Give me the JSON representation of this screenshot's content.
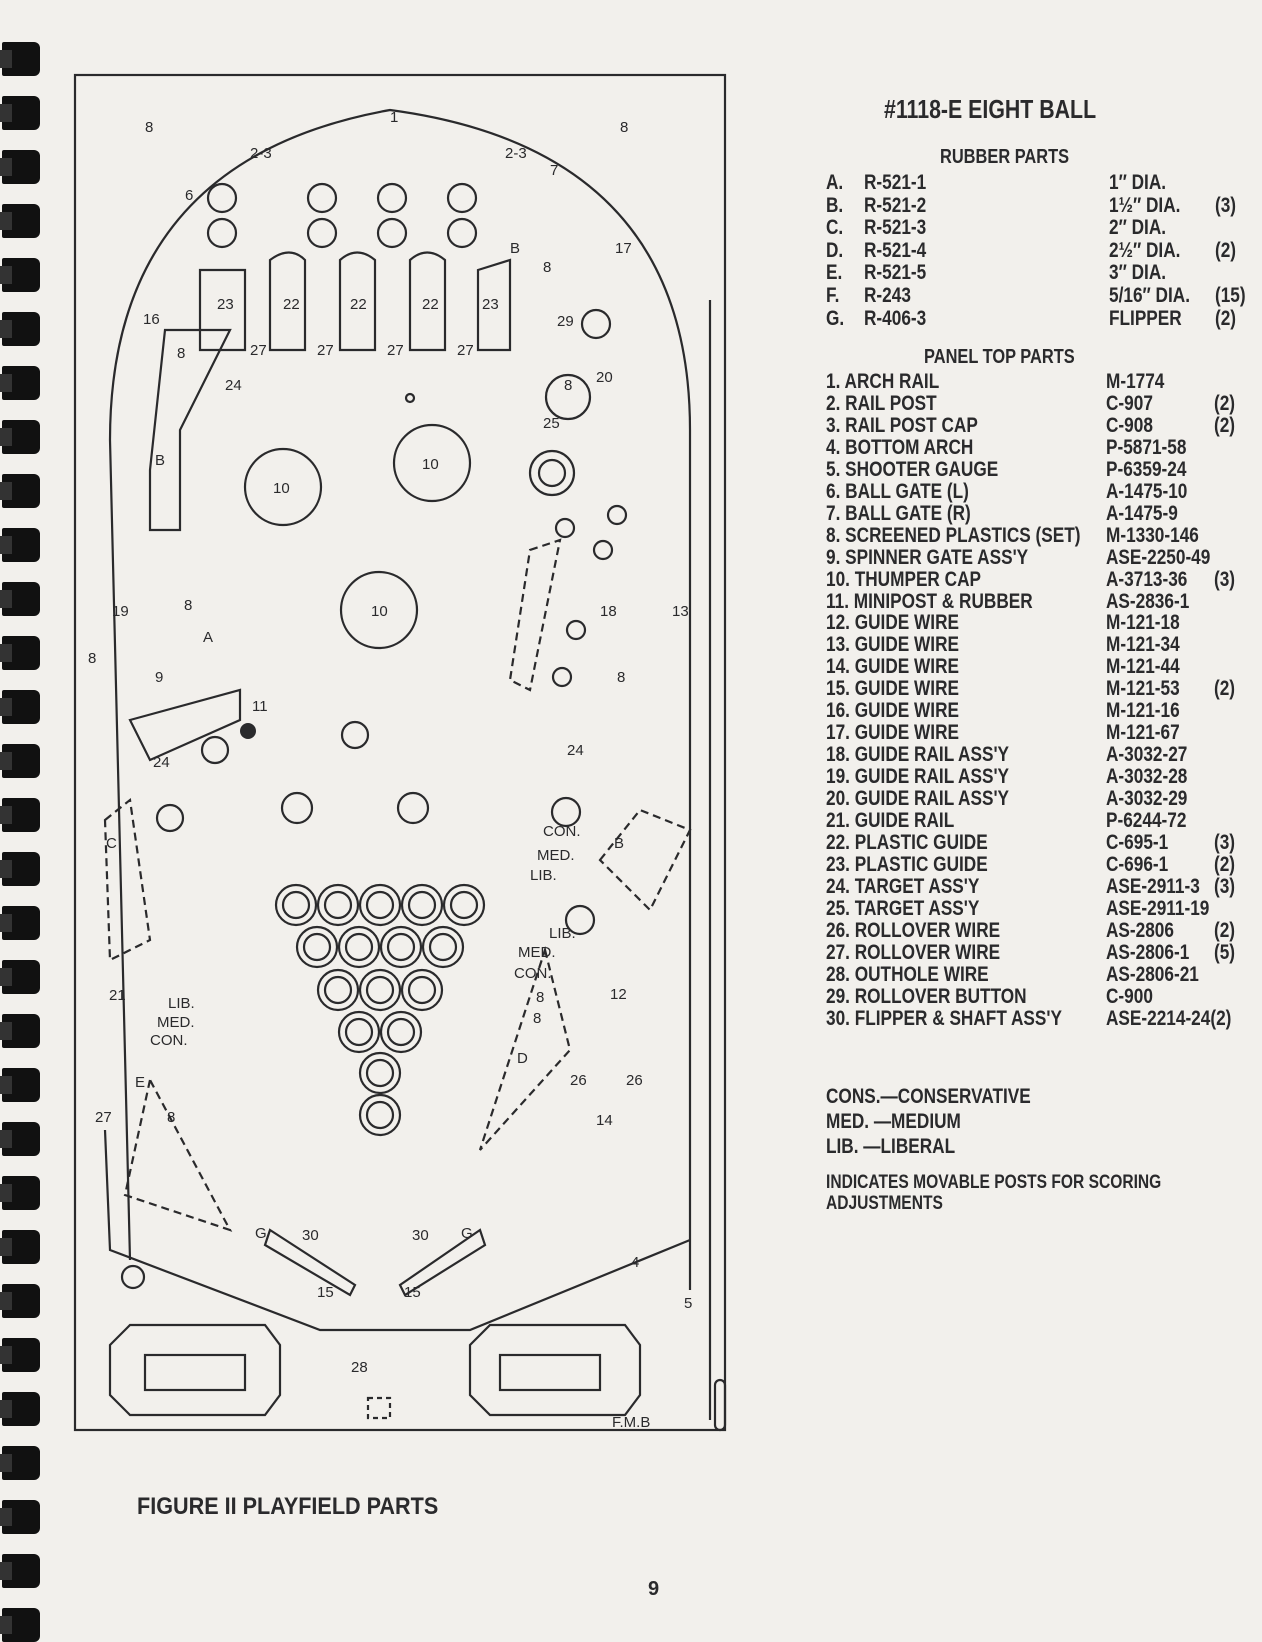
{
  "header": {
    "title": "#1118-E    EIGHT BALL"
  },
  "rubber_parts": {
    "heading": "RUBBER PARTS",
    "items": [
      {
        "letter": "A.",
        "part": "R-521-1",
        "desc": "1″ DIA.",
        "qty": ""
      },
      {
        "letter": "B.",
        "part": "R-521-2",
        "desc": "1½″ DIA.",
        "qty": "(3)"
      },
      {
        "letter": "C.",
        "part": "R-521-3",
        "desc": "2″ DIA.",
        "qty": ""
      },
      {
        "letter": "D.",
        "part": "R-521-4",
        "desc": "2½″ DIA.",
        "qty": "(2)"
      },
      {
        "letter": "E.",
        "part": "R-521-5",
        "desc": "3″ DIA.",
        "qty": ""
      },
      {
        "letter": "F.",
        "part": "R-243",
        "desc": "5/16″ DIA.",
        "qty": "(15)"
      },
      {
        "letter": "G.",
        "part": "R-406-3",
        "desc": "FLIPPER",
        "qty": "(2)"
      }
    ]
  },
  "panel_top_parts": {
    "heading": "PANEL TOP PARTS",
    "items": [
      {
        "name": "1. ARCH RAIL",
        "part": "M-1774",
        "qty": ""
      },
      {
        "name": "2. RAIL POST",
        "part": "C-907",
        "qty": "(2)"
      },
      {
        "name": "3. RAIL POST CAP",
        "part": "C-908",
        "qty": "(2)"
      },
      {
        "name": "4. BOTTOM ARCH",
        "part": "P-5871-58",
        "qty": ""
      },
      {
        "name": "5. SHOOTER GAUGE",
        "part": "P-6359-24",
        "qty": ""
      },
      {
        "name": "6. BALL GATE (L)",
        "part": "A-1475-10",
        "qty": ""
      },
      {
        "name": "7. BALL GATE (R)",
        "part": "A-1475-9",
        "qty": ""
      },
      {
        "name": "8. SCREENED PLASTICS (SET)",
        "part": "M-1330-146",
        "qty": ""
      },
      {
        "name": "9. SPINNER GATE ASS'Y",
        "part": "ASE-2250-49",
        "qty": ""
      },
      {
        "name": "10. THUMPER CAP",
        "part": "A-3713-36",
        "qty": "(3)"
      },
      {
        "name": "11. MINIPOST & RUBBER",
        "part": "AS-2836-1",
        "qty": ""
      },
      {
        "name": "12. GUIDE WIRE",
        "part": "M-121-18",
        "qty": ""
      },
      {
        "name": "13. GUIDE WIRE",
        "part": "M-121-34",
        "qty": ""
      },
      {
        "name": "14. GUIDE WIRE",
        "part": "M-121-44",
        "qty": ""
      },
      {
        "name": "15. GUIDE WIRE",
        "part": "M-121-53",
        "qty": "(2)"
      },
      {
        "name": "16. GUIDE WIRE",
        "part": "M-121-16",
        "qty": ""
      },
      {
        "name": "17. GUIDE WIRE",
        "part": "M-121-67",
        "qty": ""
      },
      {
        "name": "18. GUIDE RAIL ASS'Y",
        "part": "A-3032-27",
        "qty": ""
      },
      {
        "name": "19. GUIDE RAIL ASS'Y",
        "part": "A-3032-28",
        "qty": ""
      },
      {
        "name": "20. GUIDE RAIL ASS'Y",
        "part": "A-3032-29",
        "qty": ""
      },
      {
        "name": "21. GUIDE RAIL",
        "part": "P-6244-72",
        "qty": ""
      },
      {
        "name": "22. PLASTIC GUIDE",
        "part": "C-695-1",
        "qty": "(3)"
      },
      {
        "name": "23. PLASTIC GUIDE",
        "part": "C-696-1",
        "qty": "(2)"
      },
      {
        "name": "24. TARGET ASS'Y",
        "part": "ASE-2911-3",
        "qty": "(3)"
      },
      {
        "name": "25. TARGET ASS'Y",
        "part": "ASE-2911-19",
        "qty": ""
      },
      {
        "name": "26. ROLLOVER WIRE",
        "part": "AS-2806",
        "qty": "(2)"
      },
      {
        "name": "27. ROLLOVER WIRE",
        "part": "AS-2806-1",
        "qty": "(5)"
      },
      {
        "name": "28. OUTHOLE WIRE",
        "part": "AS-2806-21",
        "qty": ""
      },
      {
        "name": "29. ROLLOVER BUTTON",
        "part": "C-900",
        "qty": ""
      },
      {
        "name": "30. FLIPPER & SHAFT ASS'Y",
        "part": "ASE-2214-24(2)",
        "qty": ""
      }
    ]
  },
  "legend": [
    "CONS.—CONSERVATIVE",
    "MED.  —MEDIUM",
    "LIB.   —LIBERAL"
  ],
  "note": [
    "INDICATES MOVABLE POSTS FOR SCORING",
    "ADJUSTMENTS"
  ],
  "figure_caption": "FIGURE II   PLAYFIELD PARTS",
  "page_number": "9",
  "diagram": {
    "labels": [
      "1",
      "2-3",
      "2-3",
      "8",
      "8",
      "6",
      "7",
      "17",
      "8",
      "23",
      "22",
      "22",
      "22",
      "23",
      "27",
      "27",
      "27",
      "27",
      "16",
      "8",
      "24",
      "29",
      "8",
      "20",
      "25",
      "10",
      "10",
      "10",
      "B",
      "B",
      "8",
      "18",
      "13",
      "19",
      "8",
      "A",
      "9",
      "11",
      "8",
      "24",
      "24",
      "C",
      "CON.",
      "MED.",
      "LIB.",
      "B",
      "LIB.",
      "MED.",
      "CON.",
      "8",
      "12",
      "8",
      "21",
      "LIB.",
      "MED.",
      "CON.",
      "D",
      "26",
      "26",
      "E",
      "8",
      "27",
      "14",
      "G",
      "30",
      "30",
      "G",
      "15",
      "15",
      "4",
      "5",
      "28",
      "F.M.B"
    ]
  }
}
